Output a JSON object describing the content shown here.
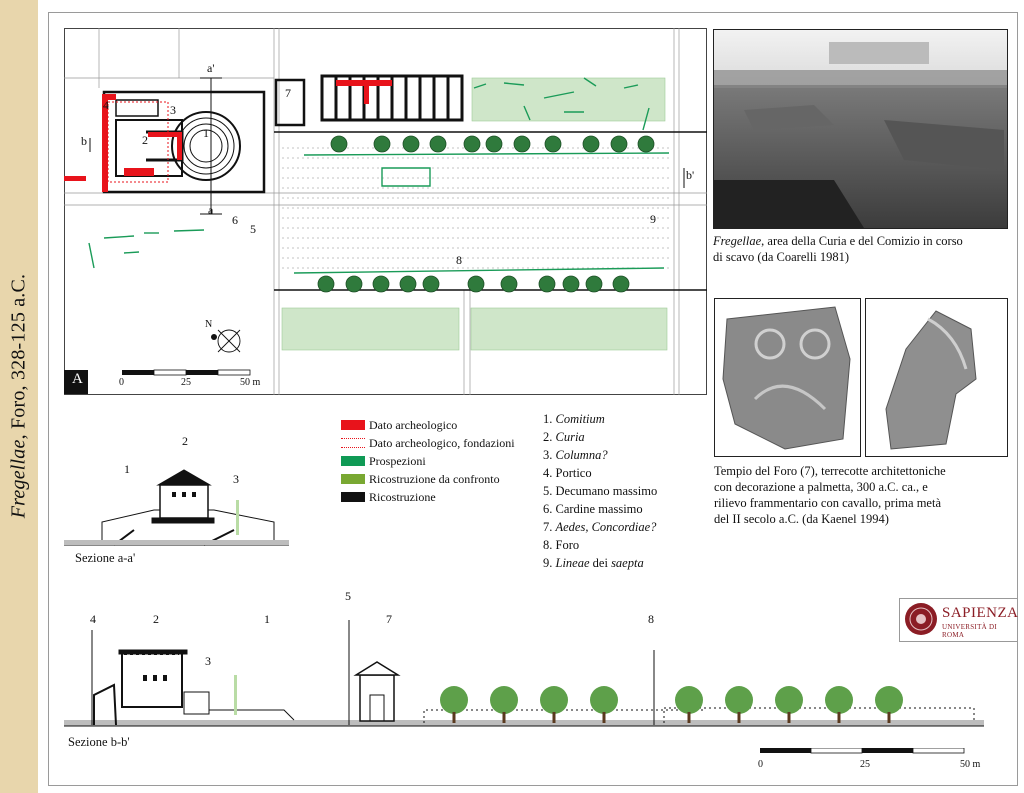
{
  "sidebar": {
    "title_italic": "Fregellae",
    "title_rest": ",  Foro, 328-125 a.C."
  },
  "plan": {
    "panel_label": "A",
    "labels": {
      "a_top": "a'",
      "a_bottom": "a",
      "b_left": "b",
      "b_right": "b'",
      "n1": "1",
      "n2": "2",
      "n3": "3",
      "n4": "4",
      "n5": "5",
      "n6": "6",
      "n7": "7",
      "n8": "8",
      "n9": "9"
    },
    "north": "N",
    "scale": {
      "s0": "0",
      "s25": "25",
      "s50": "50 m"
    }
  },
  "photo1": {
    "caption_italic": "Fregellae",
    "caption_rest": ", area della Curia e del Comizio in corso",
    "caption_line2": "di scavo (da Coarelli 1981)"
  },
  "photo2": {
    "caption_lines": [
      "Tempio del Foro (7), terrecotte architettoniche",
      "con decorazione a palmetta, 300 a.C. ca., e",
      "rilievo frammentario con cavallo, prima metà",
      "del II secolo a.C. (da Kaenel 1994)"
    ]
  },
  "legend": [
    {
      "label": "Dato archeologico",
      "color": "#e8131b",
      "style": "solid"
    },
    {
      "label": "Dato archeologico, fondazioni",
      "color": "#e8131b",
      "style": "dotted"
    },
    {
      "label": "Prospezioni",
      "color": "#0f9a55",
      "style": "solid"
    },
    {
      "label": "Ricostruzione da confronto",
      "color": "#79a832",
      "style": "solid"
    },
    {
      "label": "Ricostruzione",
      "color": "#111111",
      "style": "solid"
    }
  ],
  "key": [
    {
      "num": "1.",
      "it": "Comitium",
      "rest": ""
    },
    {
      "num": "2.",
      "it": "Curia",
      "rest": ""
    },
    {
      "num": "3.",
      "it": "Columna?",
      "rest": ""
    },
    {
      "num": "4.",
      "it": "",
      "rest": "Portico"
    },
    {
      "num": "5.",
      "it": "",
      "rest": "Decumano massimo"
    },
    {
      "num": "6.",
      "it": "",
      "rest": "Cardine massimo"
    },
    {
      "num": "7.",
      "it": "Aedes, Concordiae?",
      "rest": ""
    },
    {
      "num": "8.",
      "it": "",
      "rest": "Foro"
    },
    {
      "num": "9.",
      "it": "Lineae",
      "rest": " dei ",
      "it2": "saepta"
    }
  ],
  "section_aa": {
    "title": "Sezione a-a'",
    "n1": "1",
    "n2": "2",
    "n3": "3"
  },
  "section_bb": {
    "title": "Sezione b-b'",
    "n4": "4",
    "n2": "2",
    "n3": "3",
    "n1": "1",
    "n5": "5",
    "n7": "7",
    "n8": "8"
  },
  "scale_bottom": {
    "s0": "0",
    "s25": "25",
    "s50": "50 m"
  },
  "logo": {
    "name": "SAPIENZA",
    "sub": "UNIVERSITÀ DI ROMA"
  }
}
